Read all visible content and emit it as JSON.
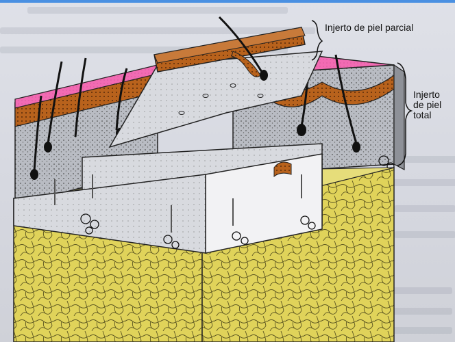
{
  "labels": {
    "partial_graft": "Injerto de piel parcial",
    "total_graft_line1": "Injerto",
    "total_graft_line2": "de piel",
    "total_graft_line3": "total"
  },
  "colors": {
    "accent_rule": "#4a90e2",
    "epidermis": "#f26bb3",
    "dermis_brown": "#b8621c",
    "subcutaneous_fat": "#e0d35a",
    "dermis_gray": "#b9bcc3"
  }
}
